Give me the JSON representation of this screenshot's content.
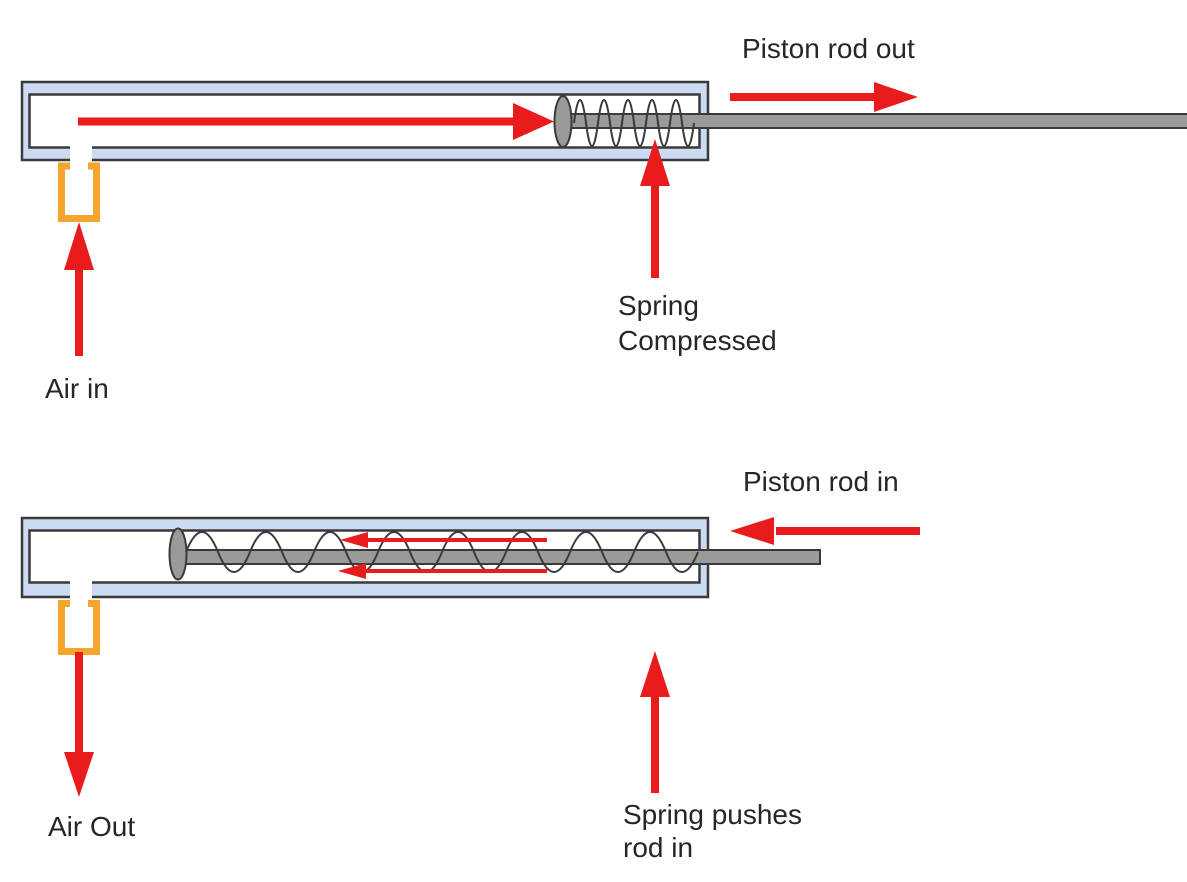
{
  "figure": {
    "type": "diagram",
    "subject": "Single-acting pneumatic cylinder with spring return shown in two states"
  },
  "colors": {
    "cylinder_fill": "#ccdaf2",
    "outline": "#3a3a3a",
    "arrow_red": "#e81b1d",
    "port_orange": "#f5a42c",
    "rod_gray": "#9a9a9a",
    "text": "#262626",
    "background": "#ffffff"
  },
  "state_out": {
    "rod_label": "Piston rod out",
    "air_label": "Air in",
    "spring_label_line1": "Spring",
    "spring_label_line2": "Compressed"
  },
  "state_in": {
    "rod_label": "Piston rod in",
    "air_label": "Air Out",
    "spring_label_line1": "Spring pushes",
    "spring_label_line2": "rod in"
  }
}
